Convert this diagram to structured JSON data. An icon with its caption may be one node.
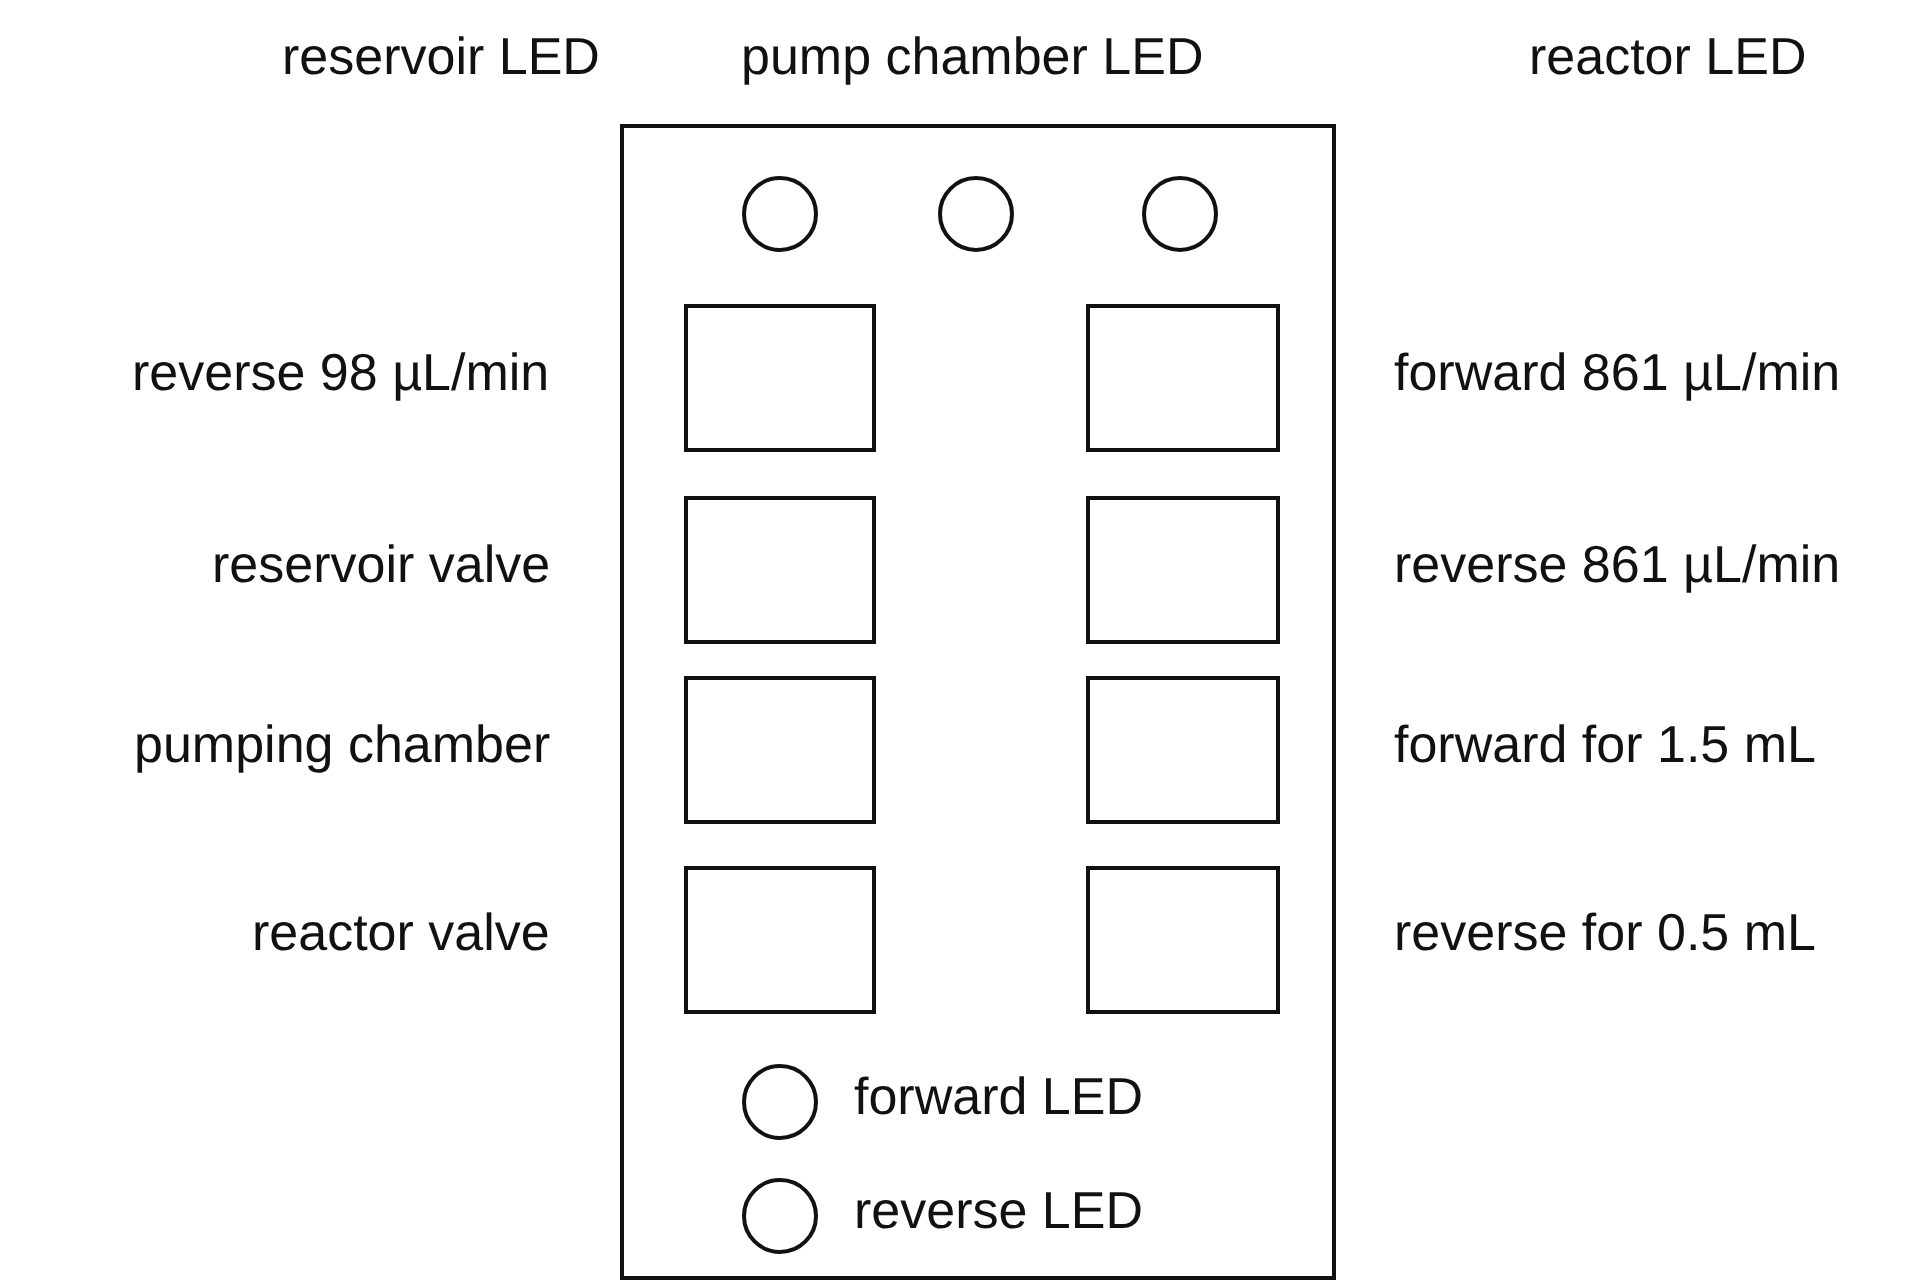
{
  "diagram": {
    "nodes": [
      {
        "text": [],
        "shape": "box"
      },
      {
        "text": [],
        "shape": "circle",
        "in": 0,
        "beside": [
          "reservoir LED"
        ]
      },
      {
        "text": [],
        "shape": "circle",
        "in": 0,
        "beside": [
          "pump chamber LED"
        ]
      },
      {
        "text": [],
        "shape": "circle",
        "in": 0
      },
      {
        "text": [],
        "shape": "box",
        "in": 0,
        "beside": [
          "reverse 98 µL/min"
        ]
      },
      {
        "text": [],
        "shape": "box",
        "in": 0,
        "beside": [
          "forward 861 µL/min"
        ]
      },
      {
        "text": [],
        "shape": "box",
        "in": 0,
        "beside": [
          "reservoir valve"
        ]
      },
      {
        "text": [],
        "shape": "box",
        "in": 0,
        "beside": [
          "reverse 861 µL/min"
        ]
      },
      {
        "text": [],
        "shape": "box",
        "in": 0,
        "beside": [
          "pumping chamber"
        ]
      },
      {
        "text": [],
        "shape": "box",
        "in": 0,
        "beside": [
          "forward for 1.5 mL"
        ]
      },
      {
        "text": [],
        "shape": "box",
        "in": 0,
        "beside": [
          "reactor valve"
        ]
      },
      {
        "text": [],
        "shape": "box",
        "in": 0,
        "beside": [
          "reverse for 0.5 mL"
        ]
      },
      {
        "text": [],
        "shape": "circle",
        "in": 0,
        "beside": [
          "forward LED"
        ]
      },
      {
        "text": [],
        "shape": "circle",
        "in": 0,
        "beside": [
          "reverse LED"
        ]
      }
    ],
    "labels": [
      "reactor LED"
    ]
  }
}
